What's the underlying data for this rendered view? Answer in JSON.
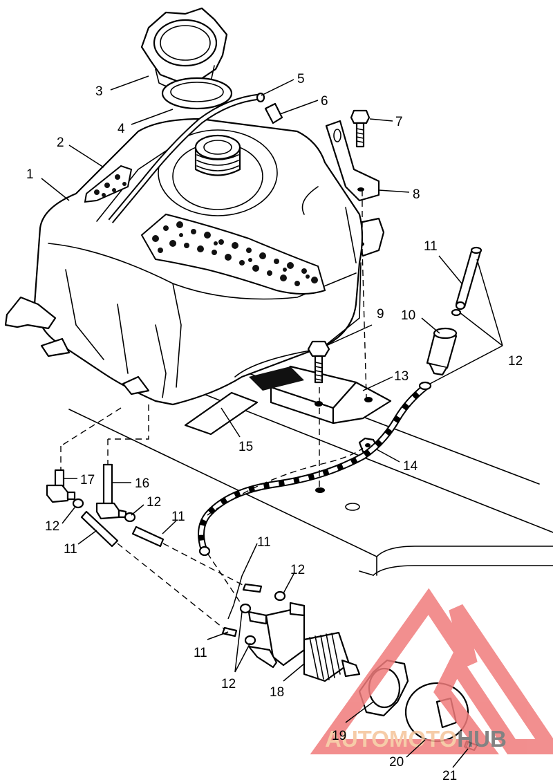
{
  "callouts": [
    {
      "id": "1",
      "text": "1"
    },
    {
      "id": "2",
      "text": "2"
    },
    {
      "id": "3",
      "text": "3"
    },
    {
      "id": "4",
      "text": "4"
    },
    {
      "id": "5",
      "text": "5"
    },
    {
      "id": "6",
      "text": "6"
    },
    {
      "id": "7",
      "text": "7"
    },
    {
      "id": "8",
      "text": "8"
    },
    {
      "id": "9",
      "text": "9"
    },
    {
      "id": "10",
      "text": "10"
    },
    {
      "id": "11a",
      "text": "11"
    },
    {
      "id": "12a",
      "text": "12"
    },
    {
      "id": "13",
      "text": "13"
    },
    {
      "id": "14",
      "text": "14"
    },
    {
      "id": "15",
      "text": "15"
    },
    {
      "id": "16",
      "text": "16"
    },
    {
      "id": "17",
      "text": "17"
    },
    {
      "id": "12b",
      "text": "12"
    },
    {
      "id": "12c",
      "text": "12"
    },
    {
      "id": "11b",
      "text": "11"
    },
    {
      "id": "11c",
      "text": "11"
    },
    {
      "id": "11d",
      "text": "11"
    },
    {
      "id": "12d",
      "text": "12"
    },
    {
      "id": "11e",
      "text": "11"
    },
    {
      "id": "12e",
      "text": "12"
    },
    {
      "id": "18",
      "text": "18"
    },
    {
      "id": "19",
      "text": "19"
    },
    {
      "id": "20",
      "text": "20"
    },
    {
      "id": "21",
      "text": "21"
    }
  ],
  "watermark": {
    "part1": "AUTOMOTO",
    "part2": "HUB",
    "color_part1": "#f5c49a",
    "color_part2": "#6d6d6d",
    "logo_color": "#f07b7b"
  }
}
